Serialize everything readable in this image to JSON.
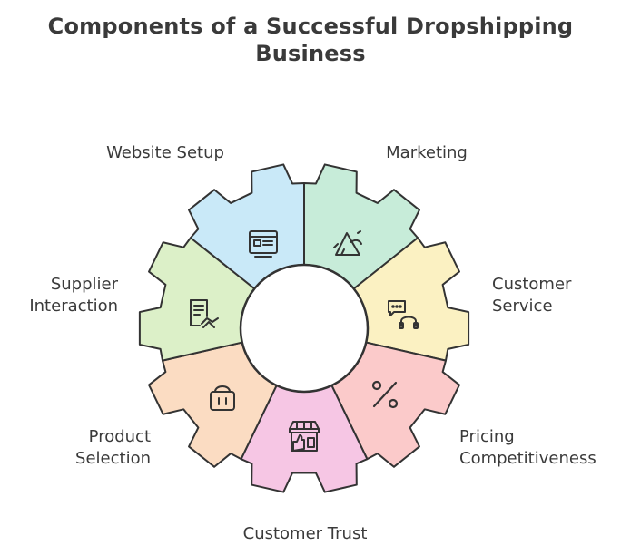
{
  "title": {
    "line1": "Components of a Successful Dropshipping",
    "line2": "Business"
  },
  "segments": [
    {
      "label": "Website Setup",
      "icon": "website-icon",
      "color": "#c9e9f8"
    },
    {
      "label": "Marketing",
      "icon": "megaphone-icon",
      "color": "#c7ecd9"
    },
    {
      "label_line1": "Customer",
      "label_line2": "Service",
      "icon": "chat-headset-icon",
      "color": "#fbf1c2"
    },
    {
      "label_line1": "Pricing",
      "label_line2": "Competitiveness",
      "icon": "percent-icon",
      "color": "#fbcaca"
    },
    {
      "label": "Customer Trust",
      "icon": "storefront-thumbs-up-icon",
      "color": "#f6c6e4"
    },
    {
      "label_line1": "Product",
      "label_line2": "Selection",
      "icon": "shopping-basket-icon",
      "color": "#fbdcc2"
    },
    {
      "label_line1": "Supplier",
      "label_line2": "Interaction",
      "icon": "contract-handshake-icon",
      "color": "#dcf0c8"
    }
  ]
}
